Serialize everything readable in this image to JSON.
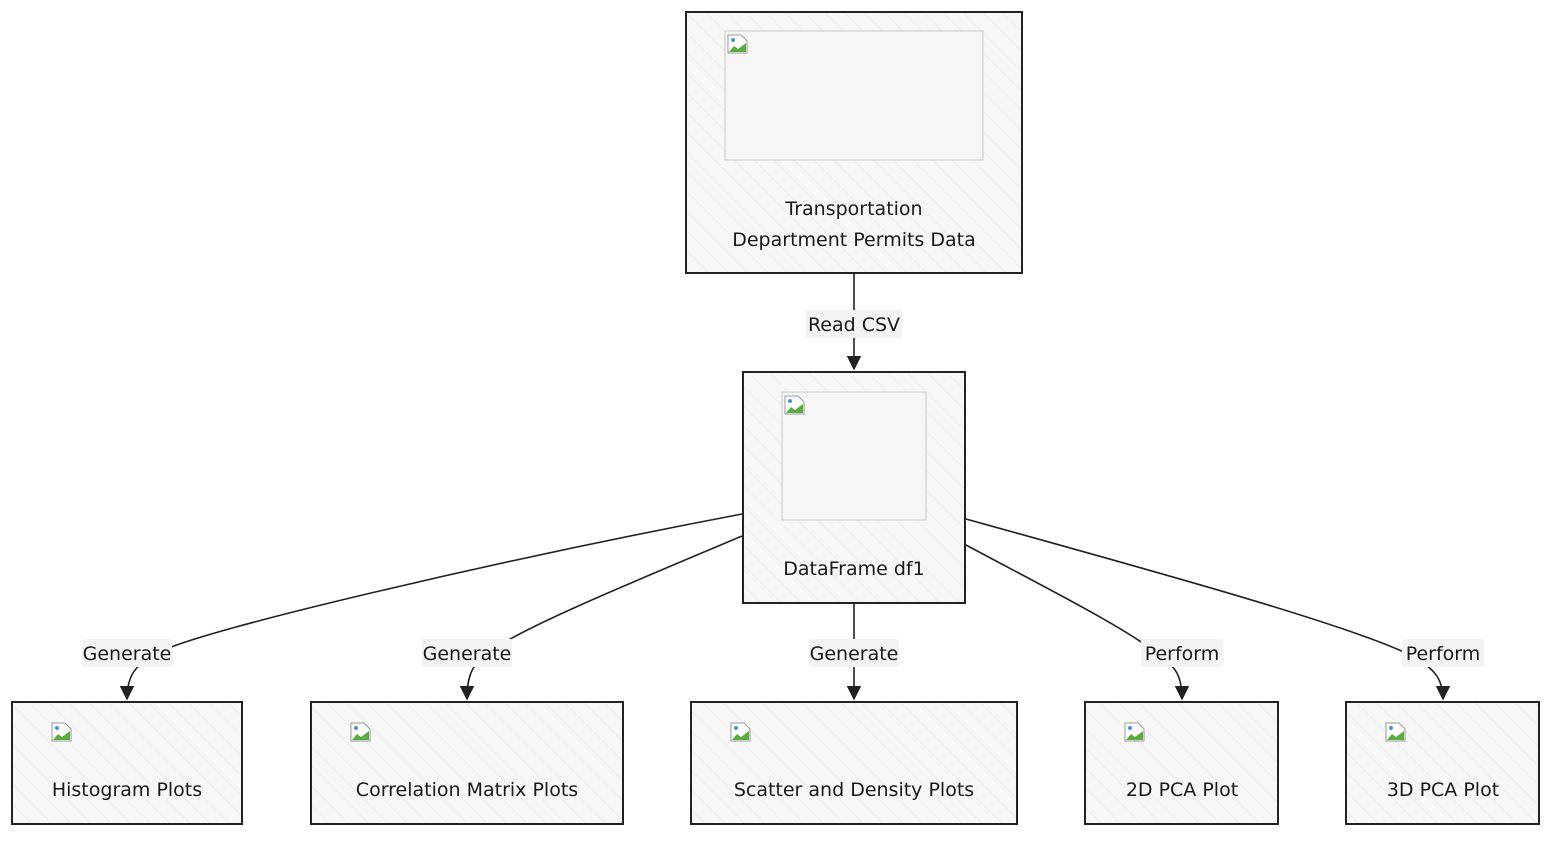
{
  "nodes": {
    "source": {
      "label_line1": "Transportation",
      "label_line2": "Department Permits Data",
      "image_icon": "broken-image-icon"
    },
    "dataframe": {
      "label": "DataFrame df1",
      "image_icon": "broken-image-icon"
    },
    "histogram": {
      "label": "Histogram Plots",
      "image_icon": "broken-image-icon"
    },
    "correlation": {
      "label": "Correlation Matrix Plots",
      "image_icon": "broken-image-icon"
    },
    "scatter": {
      "label": "Scatter and Density Plots",
      "image_icon": "broken-image-icon"
    },
    "pca2d": {
      "label": "2D PCA Plot",
      "image_icon": "broken-image-icon"
    },
    "pca3d": {
      "label": "3D PCA Plot",
      "image_icon": "broken-image-icon"
    }
  },
  "edges": {
    "read_csv": {
      "label": "Read CSV"
    },
    "to_histogram": {
      "label": "Generate"
    },
    "to_correlation": {
      "label": "Generate"
    },
    "to_scatter": {
      "label": "Generate"
    },
    "to_pca2d": {
      "label": "Perform"
    },
    "to_pca3d": {
      "label": "Perform"
    }
  },
  "colors": {
    "node_fill": "#f7f7f7",
    "node_stroke": "#222222",
    "edge_stroke": "#222222",
    "label_background": "#f3f3f3"
  }
}
